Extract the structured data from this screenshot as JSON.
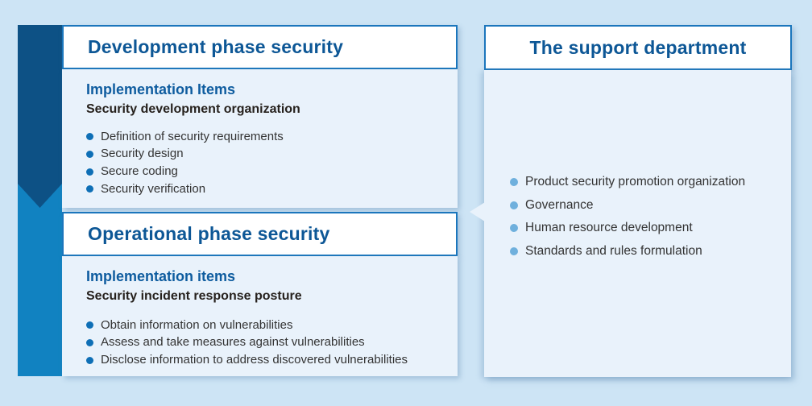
{
  "colors": {
    "page_background": "#cde4f5",
    "panel_body": "#e9f2fb",
    "panel_border": "#1b76bc",
    "title_text": "#0d5796",
    "heading_blue": "#0e5c9f",
    "subtitle_dark": "#26211d",
    "body_text": "#333333",
    "arrow_dark": "#0d5185",
    "arrow_light": "#1182c1",
    "bullet_strong": "#0e6fb6",
    "bullet_light": "#6fb0dd"
  },
  "left_column": {
    "sections": [
      {
        "title": "Development phase security",
        "items_heading": "Implementation Items",
        "subtitle": "Security development organization",
        "bullets": [
          "Definition of security requirements",
          "Security design",
          "Secure coding",
          "Security verification"
        ]
      },
      {
        "title": "Operational phase security",
        "items_heading": "Implementation items",
        "subtitle": "Security incident response posture",
        "bullets": [
          "Obtain information on vulnerabilities",
          "Assess and take measures against vulnerabilities",
          "Disclose information to address discovered vulnerabilities"
        ]
      }
    ]
  },
  "right_panel": {
    "title": "The support department",
    "bullets": [
      "Product security promotion organization",
      "Governance",
      "Human resource development",
      "Standards and rules formulation"
    ]
  }
}
